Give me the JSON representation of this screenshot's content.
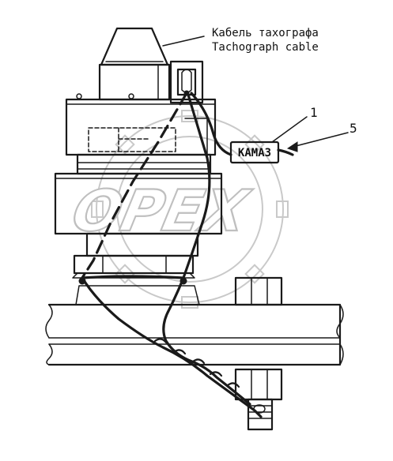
{
  "labels": {
    "cable_ru": "Кабель тахографа",
    "cable_en": "Tachograph cable",
    "callout_1": "1",
    "callout_5": "5",
    "seal_text": "КАМАЗ"
  },
  "watermark": {
    "text": "OPEX"
  },
  "colors": {
    "ink": "#1a1a1a",
    "background": "#ffffff",
    "watermark": "#c9c9c9"
  }
}
